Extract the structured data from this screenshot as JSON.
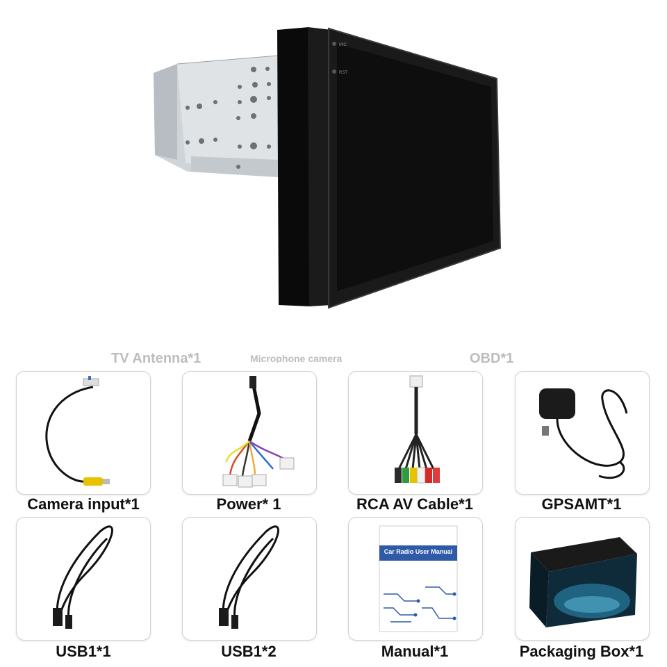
{
  "ghost_row": [
    "TV Antenna*1",
    "Microphone camera",
    "OBD*1"
  ],
  "accessories": [
    {
      "label": "Camera input*1",
      "icon": "camera-cable-icon"
    },
    {
      "label": "Power* 1",
      "icon": "power-harness-icon"
    },
    {
      "label": "RCA AV Cable*1",
      "icon": "rca-cable-icon"
    },
    {
      "label": "GPSAMT*1",
      "icon": "gps-antenna-icon"
    },
    {
      "label": "USB1*1",
      "icon": "usb-cable-icon"
    },
    {
      "label": "USB1*2",
      "icon": "usb-cable-icon"
    },
    {
      "label": "Manual*1",
      "icon": "manual-icon"
    },
    {
      "label": "Packaging Box*1",
      "icon": "box-icon"
    }
  ],
  "device_labels": {
    "mic": "MIC",
    "reset": "RST"
  },
  "manual_title": "Car Radio User Manual",
  "colors": {
    "screen": "#111111",
    "bezel": "#050505",
    "chassis": "#d9dde0",
    "caption": "#111111"
  }
}
